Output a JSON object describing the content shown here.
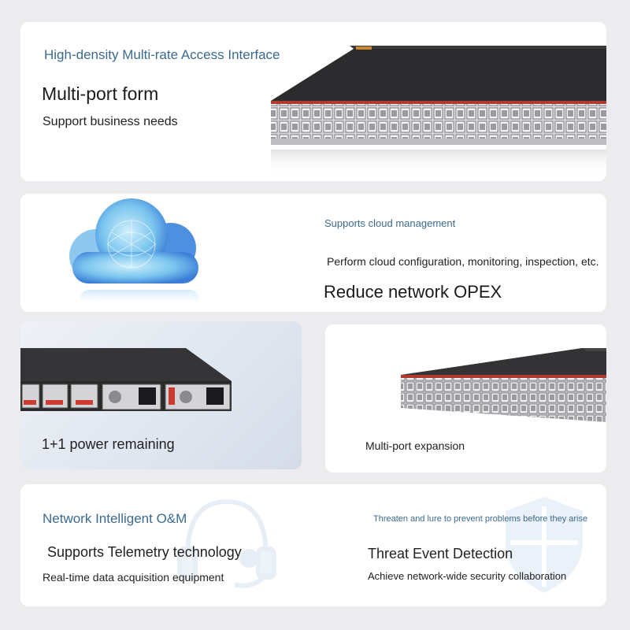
{
  "card1": {
    "tagline": "High-density Multi-rate Access Interface",
    "title": "Multi-port form",
    "subtitle": "Support business needs"
  },
  "card2": {
    "tagline": "Supports cloud management",
    "description": "Perform cloud configuration, monitoring, inspection, etc.",
    "title": "Reduce network OPEX"
  },
  "card3": {
    "title": "1+1 power remaining"
  },
  "card4": {
    "title": "Multi-port expansion"
  },
  "card5": {
    "left_tagline": "Network Intelligent O&M",
    "left_title": "Supports Telemetry technology",
    "left_subtitle": "Real-time data acquisition equipment",
    "right_tagline": "Threaten and lure to prevent problems before they arise",
    "right_title": "Threat Event Detection",
    "right_subtitle": "Achieve network-wide security collaboration"
  },
  "colors": {
    "accent_blue": "#3c6a8f",
    "page_bg": "#ececef",
    "switch_body": "#2e2e30",
    "red_strip": "#c0392b"
  },
  "icons": [
    "network-switch-image",
    "cloud-icon",
    "power-supply-image",
    "headset-icon",
    "shield-icon"
  ]
}
